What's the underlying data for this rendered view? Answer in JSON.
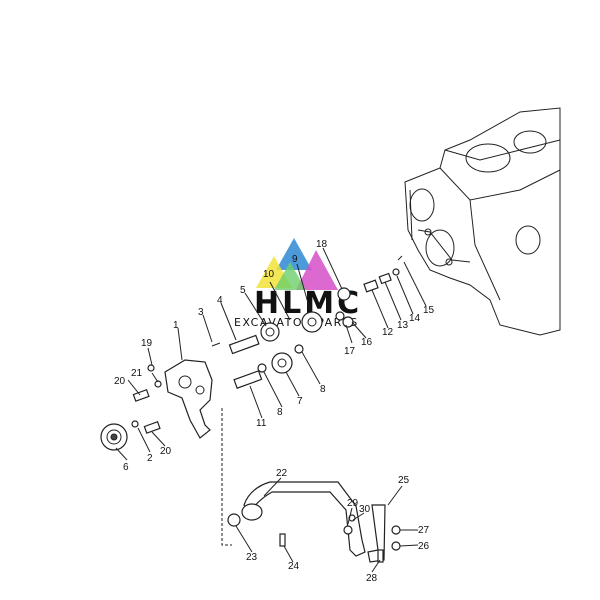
{
  "logo": {
    "title": "HLMC",
    "subtitle": "EXCAVATOR PARTS",
    "colors": [
      "#3a8fd6",
      "#f2e33a",
      "#d64fc8",
      "#6bd06a"
    ]
  },
  "callouts": [
    "1",
    "2",
    "3",
    "4",
    "5",
    "6",
    "7",
    "8",
    "8",
    "9",
    "10",
    "11",
    "12",
    "13",
    "14",
    "15",
    "16",
    "17",
    "18",
    "19",
    "20",
    "20",
    "21",
    "22",
    "23",
    "24",
    "25",
    "26",
    "27",
    "28",
    "29",
    "30"
  ]
}
